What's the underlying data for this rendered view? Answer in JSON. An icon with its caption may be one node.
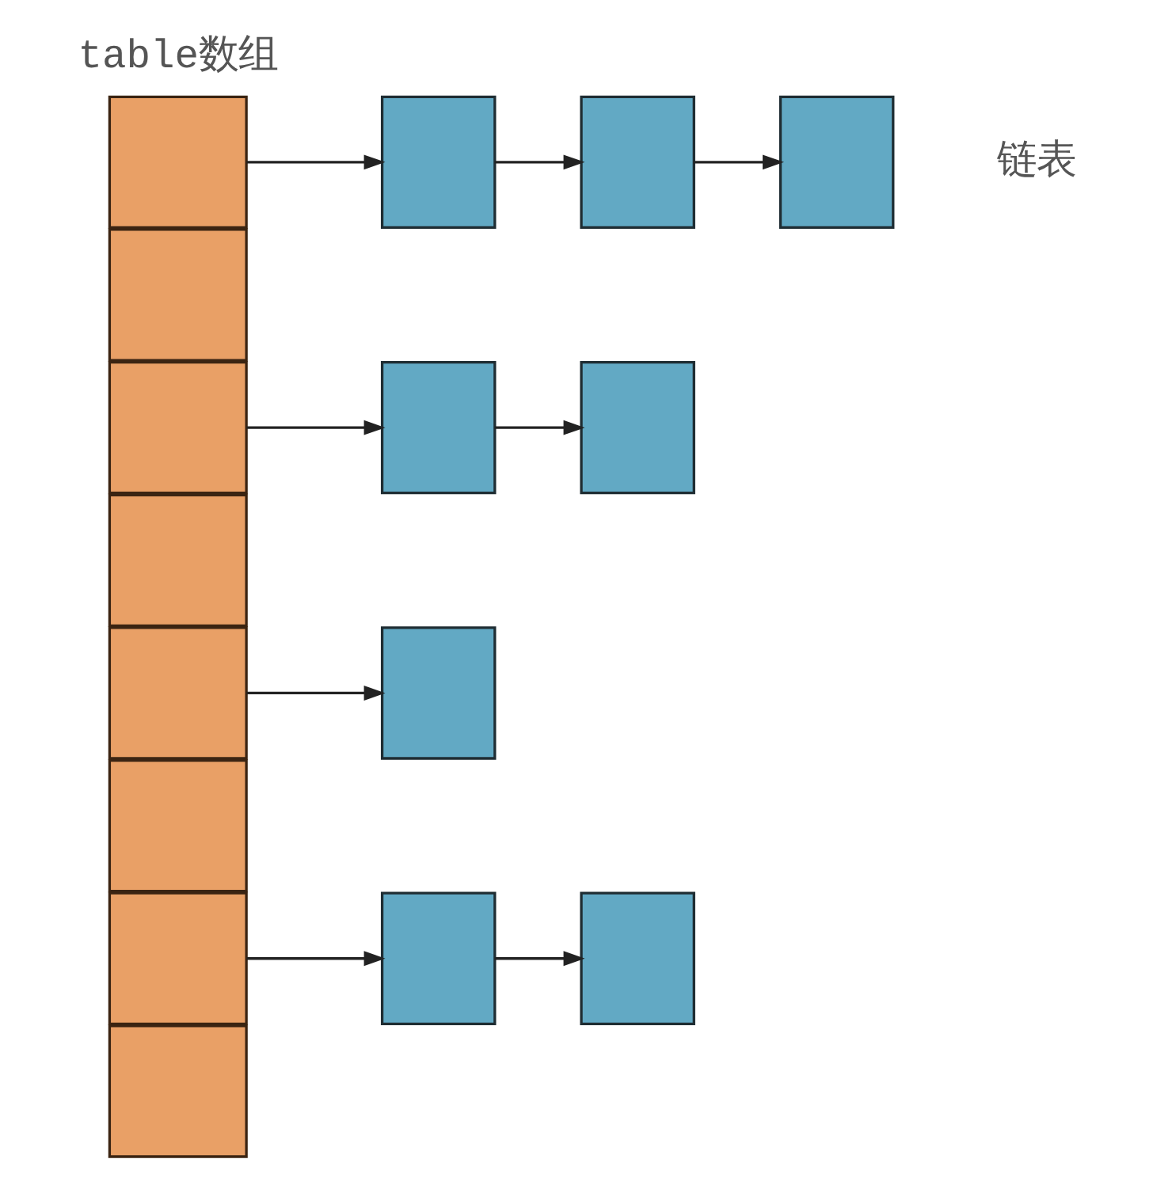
{
  "diagram": {
    "nodes": [
      {
        "text": [],
        "shape": "box"
      },
      {
        "text": [],
        "shape": "box"
      },
      {
        "text": [],
        "shape": "box"
      },
      {
        "text": [],
        "shape": "box"
      },
      {
        "text": [],
        "shape": "box"
      },
      {
        "text": [],
        "shape": "box"
      },
      {
        "text": [],
        "shape": "box"
      },
      {
        "text": [],
        "shape": "box"
      },
      {
        "text": [],
        "shape": "box"
      },
      {
        "text": [],
        "shape": "box"
      },
      {
        "text": [],
        "shape": "box"
      },
      {
        "text": [],
        "shape": "box"
      },
      {
        "text": [],
        "shape": "box"
      },
      {
        "text": [],
        "shape": "box"
      },
      {
        "text": [],
        "shape": "box"
      },
      {
        "text": [],
        "shape": "box"
      }
    ],
    "edges": [
      {
        "from": 0,
        "to": 8,
        "arrow": "to"
      },
      {
        "from": 8,
        "to": 9,
        "arrow": "to"
      },
      {
        "from": 9,
        "to": 10,
        "arrow": "to"
      },
      {
        "from": 2,
        "to": 11,
        "arrow": "to"
      },
      {
        "from": 11,
        "to": 12,
        "arrow": "to"
      },
      {
        "from": 4,
        "to": 13,
        "arrow": "to"
      },
      {
        "from": 6,
        "to": 14,
        "arrow": "to"
      },
      {
        "from": 14,
        "to": 15,
        "arrow": "to"
      }
    ],
    "labels": [
      "table数组",
      "链表"
    ]
  }
}
